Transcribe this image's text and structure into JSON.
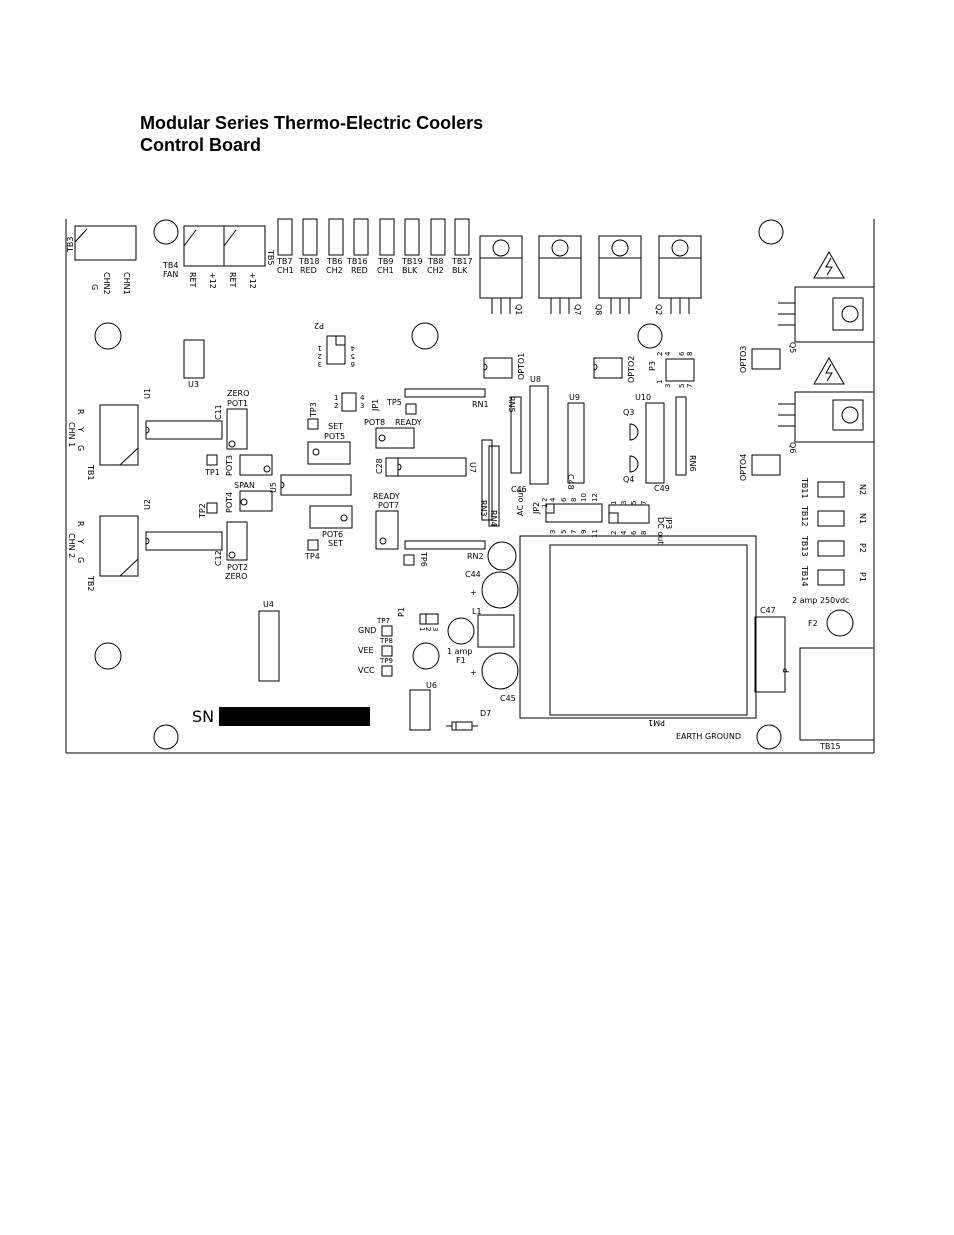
{
  "heading": {
    "line1": "Modular Series Thermo-Electric Coolers",
    "line2": "Control Board"
  },
  "top_connectors": {
    "tb3": "TB3",
    "tb3_pins": [
      "G",
      "CHN2",
      "CHN1"
    ],
    "tb4": "TB4",
    "fan": "FAN",
    "tb4_pins": [
      "RET",
      "+12",
      "RET",
      "+12"
    ],
    "tb5": "TB5",
    "small_blocks": [
      {
        "top": "TB7",
        "bottom": "CH1"
      },
      {
        "top": "TB18",
        "bottom": "RED"
      },
      {
        "top": "TB6",
        "bottom": "CH2"
      },
      {
        "top": "TB16",
        "bottom": "RED"
      },
      {
        "top": "TB9",
        "bottom": "CH1"
      },
      {
        "top": "TB19",
        "bottom": "BLK"
      },
      {
        "top": "TB8",
        "bottom": "CH2"
      },
      {
        "top": "TB17",
        "bottom": "BLK"
      }
    ]
  },
  "transistors": [
    "Q1",
    "Q7",
    "Q8",
    "Q2"
  ],
  "left_inputs": {
    "chn1": "CHN 1",
    "chn2": "CHN 2",
    "pins": [
      "R",
      "Y",
      "G"
    ],
    "tb1": "TB1",
    "tb2": "TB2",
    "u1": "U1",
    "u2": "U2",
    "u3": "U3",
    "u4": "U4"
  },
  "pots": {
    "zero": "ZERO",
    "pot1": "POT1",
    "c11": "C11",
    "pot3": "POT3",
    "tp1": "TP1",
    "span": "SPAN",
    "pot4": "POT4",
    "tp2": "TP2",
    "c12": "C12",
    "pot2": "POT2",
    "zero2": "ZERO",
    "u5": "U5",
    "tp3": "TP3",
    "set": "SET",
    "pot5": "POT5",
    "pot6": "POT6",
    "set2": "SET",
    "tp4": "TP4",
    "p2": "P2",
    "p2_pins": [
      "1",
      "2",
      "3",
      "4",
      "5",
      "6"
    ],
    "jp1": "JP1",
    "jp1_pins": [
      "1",
      "2",
      "3",
      "4"
    ],
    "tp5": "TP5",
    "pot8": "POT8",
    "ready": "READY",
    "c28": "C28",
    "u7": "U7",
    "ready2": "READY",
    "pot7": "POT7",
    "tp6": "TP6",
    "rn1": "RN1",
    "rn2": "RN2"
  },
  "mid": {
    "opto1": "OPTO1",
    "opto2": "OPTO2",
    "opto3": "OPTO3",
    "opto4": "OPTO4",
    "u8": "U8",
    "u9": "U9",
    "u10": "U10",
    "rn3": "RN3",
    "rn4": "RN4",
    "rn5": "RN5",
    "rn6": "RN6",
    "q3": "Q3",
    "q4": "Q4",
    "p3": "P3",
    "p3_pins": [
      "1",
      "2",
      "3",
      "4",
      "5",
      "6",
      "7",
      "8"
    ],
    "c46": "C46",
    "c48": "C48",
    "c49": "C49",
    "jp2": "JP2",
    "ac_out": "AC out",
    "jp2_pins": [
      "1",
      "2",
      "3",
      "4",
      "5",
      "6",
      "7",
      "8",
      "9",
      "10",
      "11",
      "12"
    ],
    "jp3": "JP3",
    "dc_out": "DC out",
    "jp3_pins": [
      "1",
      "2",
      "3",
      "4",
      "5",
      "6",
      "7",
      "8"
    ]
  },
  "power": {
    "c44": "C44",
    "c45": "C45",
    "l1": "L1",
    "fuse1": "F1",
    "fuse1_rating": "1 amp",
    "p1": "P1",
    "p1_pins": [
      "1",
      "2",
      "3"
    ],
    "tp7": "TP7",
    "tp8": "TP8",
    "tp9": "TP9",
    "gnd": "GND",
    "vee": "VEE",
    "vcc": "VCC",
    "u6": "U6",
    "d7": "D7",
    "sn": "SN",
    "pm": "PM1",
    "earth": "EARTH GROUND"
  },
  "right": {
    "q5": "Q5",
    "q6": "Q6",
    "tb11": "TB11",
    "tb12": "TB12",
    "tb13": "TB13",
    "tb14": "TB14",
    "n2": "N2",
    "n1": "N1",
    "p2": "P2",
    "p1": "P1",
    "fuse2_rating": "2 amp 250vdc",
    "fuse2": "F2",
    "c47": "C47",
    "p": "P",
    "tb15": "TB15"
  }
}
